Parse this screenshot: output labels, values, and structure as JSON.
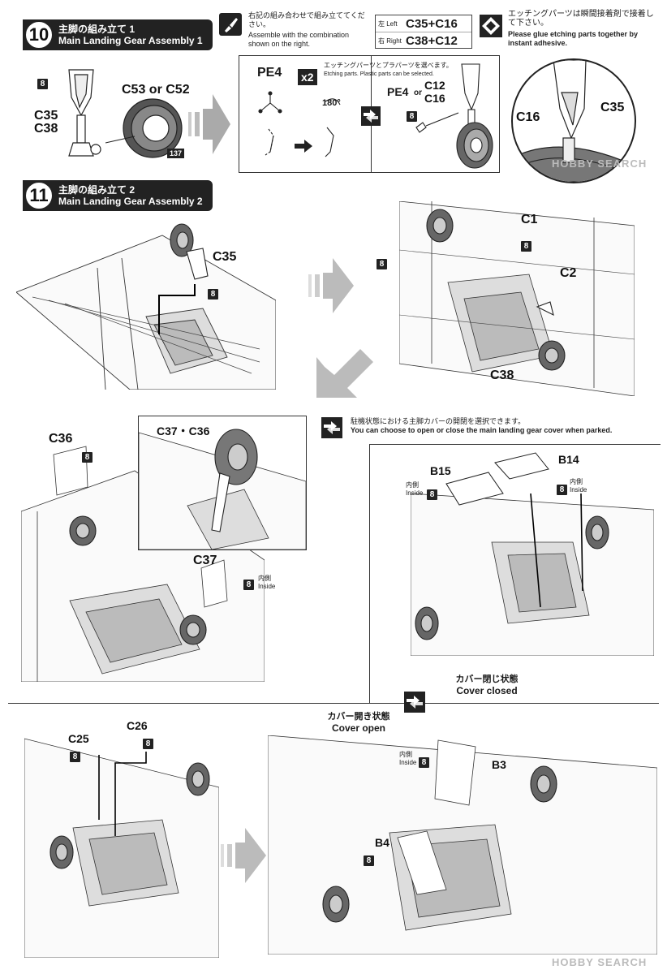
{
  "step10": {
    "number": "10",
    "title_jp": "主脚の組み立て 1",
    "title_en": "Main Landing Gear Assembly 1",
    "note_icon": "brush-icon",
    "combo_note_jp": "右記の組み合わせで組み立ててください。",
    "combo_note_en": "Assemble with the combination shown on the right.",
    "combo_left_tag": "左 Left",
    "combo_left_parts": "C35+C16",
    "combo_right_tag": "右 Right",
    "combo_right_parts": "C38+C12",
    "glue_note_jp": "エッチングパーツは瞬間接着剤で接着して下さい。",
    "glue_note_en": "Please glue etching parts together by instant adhesive.",
    "parts": {
      "paint8": "8",
      "c35": "C35",
      "c38": "C38",
      "c53c52": "C53 or C52",
      "p137": "137",
      "pe4": "PE4",
      "x2": "x2",
      "choose_jp": "エッチングパーツとプラパーツを選べます。",
      "choose_en": "Etching parts. Plastic parts can be selected.",
      "deg180": "180°",
      "pe4_or": "PE4",
      "or": "or",
      "c12": "C12",
      "c16": "C16",
      "zoom_c16": "C16",
      "zoom_c35": "C35"
    }
  },
  "step11": {
    "number": "11",
    "title_jp": "主脚の組み立て 2",
    "title_en": "Main Landing Gear Assembly 2",
    "labels": {
      "c35": "C35",
      "c1": "C1",
      "c2": "C2",
      "c38": "C38",
      "c36": "C36",
      "c37c36": "C37・C36",
      "c37": "C37",
      "b15": "B15",
      "b14": "B14",
      "inside_jp": "内側",
      "inside_en": "Inside",
      "c25": "C25",
      "c26": "C26",
      "b3": "B3",
      "b4": "B4",
      "paint8": "8"
    },
    "cover_note_jp": "駐機状態における主脚カバーの開閉を選択できます。",
    "cover_note_en": "You can choose to open or close the  main landing gear cover when parked.",
    "cover_closed_jp": "カバー閉じ状態",
    "cover_closed_en": "Cover closed",
    "cover_open_jp": "カバー開き状態",
    "cover_open_en": "Cover open"
  },
  "watermark": "HOBBY SEARCH",
  "watermark2": "HOBBY SEARCH"
}
